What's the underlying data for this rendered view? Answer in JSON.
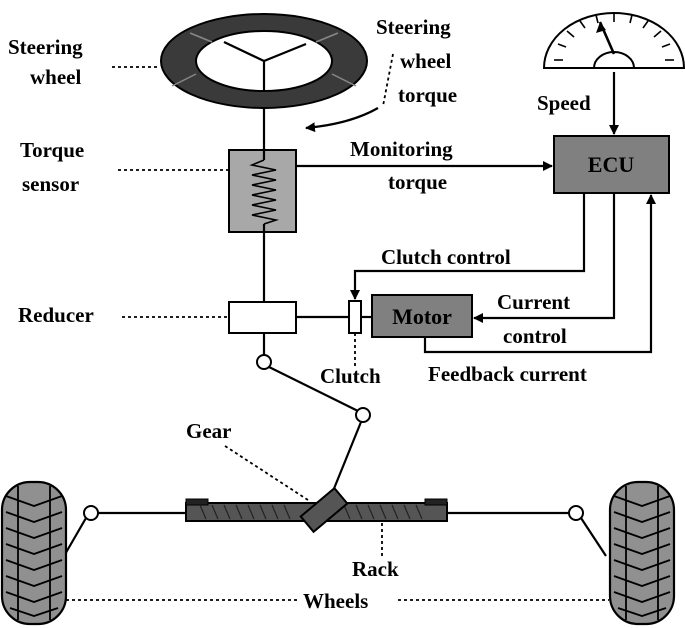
{
  "labels": {
    "steering_wheel_1": "Steering",
    "steering_wheel_2": "wheel",
    "swt_1": "Steering",
    "swt_2": "wheel",
    "swt_3": "torque",
    "torque_sensor_1": "Torque",
    "torque_sensor_2": "sensor",
    "monitoring_1": "Monitoring",
    "monitoring_2": "torque",
    "speed": "Speed",
    "ecu": "ECU",
    "clutch_control": "Clutch control",
    "reducer": "Reducer",
    "motor": "Motor",
    "current_control_1": "Current",
    "current_control_2": "control",
    "clutch": "Clutch",
    "feedback_current": "Feedback current",
    "gear": "Gear",
    "rack": "Rack",
    "wheels": "Wheels"
  },
  "colors": {
    "box_fill": "#808080",
    "sensor_fill": "#a8a8a8",
    "wheel_dark": "#3a3a3a",
    "rack_fill": "#555555",
    "tire_fill": "#909090"
  }
}
